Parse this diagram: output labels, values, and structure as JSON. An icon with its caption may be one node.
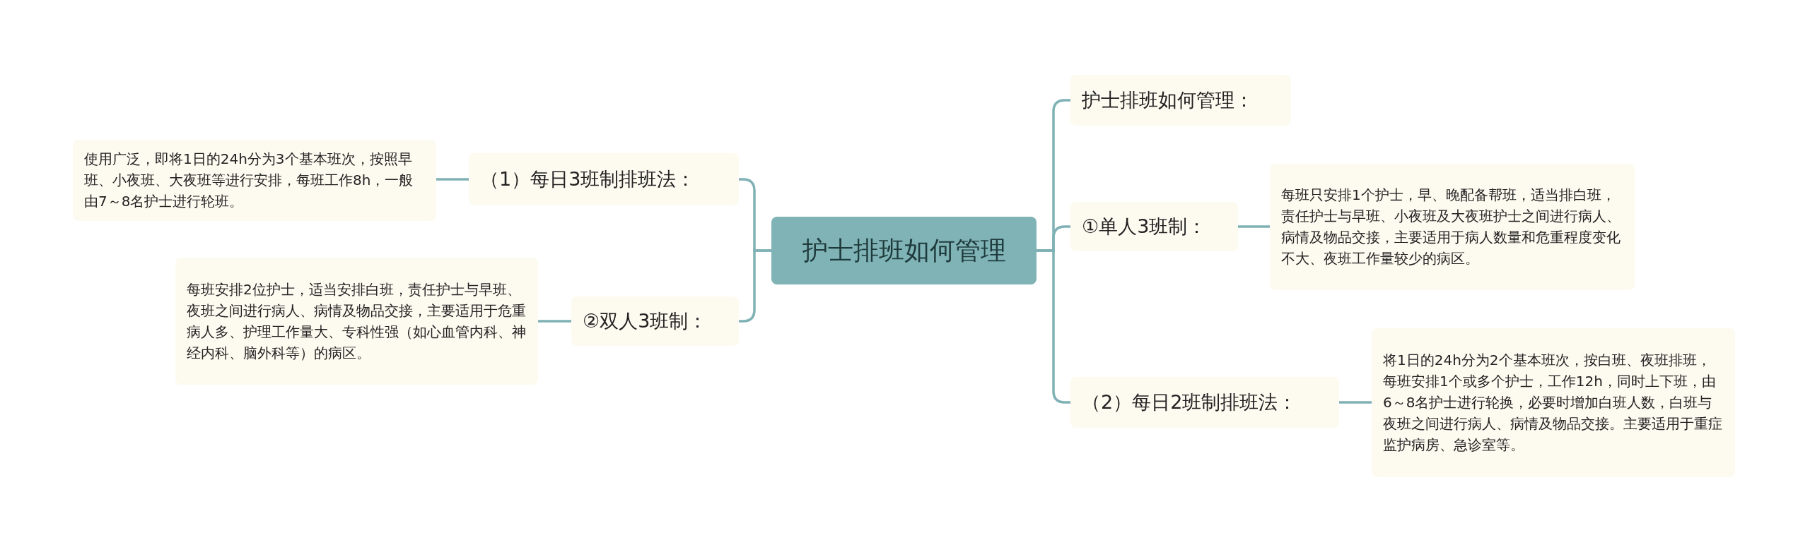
{
  "diagram": {
    "nodes": [
      {
        "text": [
          "护士排班如何管理"
        ]
      },
      {
        "text": [
          "（1）每日3班制排班法："
        ]
      },
      {
        "text": [
          "使用广泛，即将1日的24h分为3个基本班次，按照早班、小夜班、大夜班等进行安排，每班工作8h，一般由7～8名护士进行轮班。"
        ]
      },
      {
        "text": [
          "②双人3班制："
        ]
      },
      {
        "text": [
          "每班安排2位护士，适当安排白班，责任护士与早班、夜班之间进行病人、病情及物品交接，主要适用于危重病人多、护理工作量大、专科性强（如心血管内科、神经内科、脑外科等）的病区。"
        ]
      },
      {
        "text": [
          "护士排班如何管理："
        ]
      },
      {
        "text": [
          "①单人3班制："
        ]
      },
      {
        "text": [
          "每班只安排1个护士，早、晚配备帮班，适当排白班，责任护士与早班、小夜班及大夜班护士之间进行病人、病情及物品交接，主要适用于病人数量和危重程度变化不大、夜班工作量较少的病区。"
        ]
      },
      {
        "text": [
          "（2）每日2班制排班法："
        ]
      },
      {
        "text": [
          "将1日的24h分为2个基本班次，按白班、夜班排班，每班安排1个或多个护士，工作12h，同时上下班，由6～8名护士进行轮换，必要时增加白班人数，白班与夜班之间进行病人、病情及物品交接。主要适用于重症监护病房、急诊室等。"
        ]
      }
    ],
    "edges": [
      {
        "from": 0,
        "to": 1,
        "arrow": "none"
      },
      {
        "from": 1,
        "to": 2,
        "arrow": "none"
      },
      {
        "from": 0,
        "to": 3,
        "arrow": "none"
      },
      {
        "from": 3,
        "to": 4,
        "arrow": "none"
      },
      {
        "from": 0,
        "to": 5,
        "arrow": "none"
      },
      {
        "from": 0,
        "to": 6,
        "arrow": "none"
      },
      {
        "from": 6,
        "to": 7,
        "arrow": "none"
      },
      {
        "from": 0,
        "to": 8,
        "arrow": "none"
      },
      {
        "from": 8,
        "to": 9,
        "arrow": "none"
      }
    ]
  }
}
